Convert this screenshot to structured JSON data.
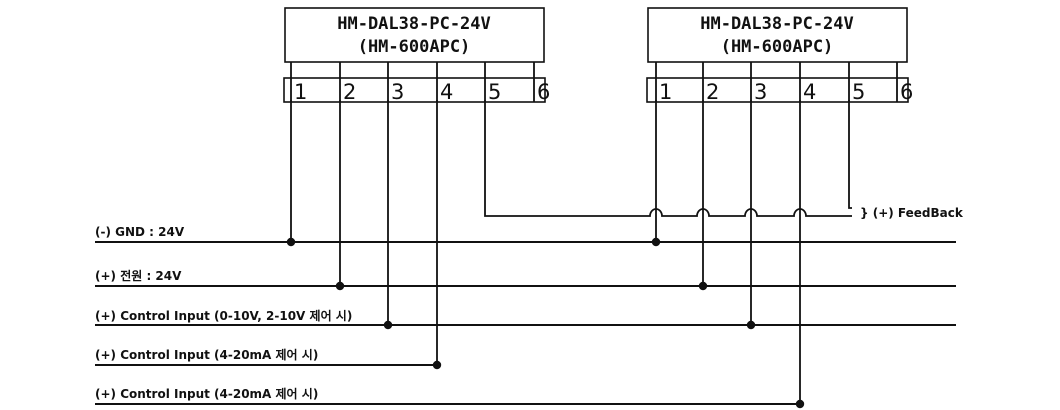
{
  "colors": {
    "line": "#111111",
    "background": "#ffffff"
  },
  "devices": [
    {
      "id": "left",
      "model": "HM-DAL38-PC-24V",
      "submodel": "(HM-600APC)",
      "terminals": [
        "1",
        "2",
        "3",
        "4",
        "5",
        "6"
      ]
    },
    {
      "id": "right",
      "model": "HM-DAL38-PC-24V",
      "submodel": "(HM-600APC)",
      "terminals": [
        "1",
        "2",
        "3",
        "4",
        "5",
        "6"
      ]
    }
  ],
  "lines": [
    {
      "id": "gnd",
      "label": "(-) GND : 24V"
    },
    {
      "id": "power",
      "label": "(+) 전원 : 24V"
    },
    {
      "id": "ctrl-v",
      "label": "(+) Control Input (0-10V, 2-10V 제어 시)"
    },
    {
      "id": "ctrl-ma-1",
      "label": "(+) Control Input (4-20mA 제어 시)"
    },
    {
      "id": "ctrl-ma-2",
      "label": "(+) Control Input (4-20mA 제어 시)"
    }
  ],
  "feedback": {
    "label": "} (+) FeedBack"
  },
  "connections": [
    {
      "device": "left",
      "terminal": "1",
      "line": "gnd"
    },
    {
      "device": "left",
      "terminal": "2",
      "line": "power"
    },
    {
      "device": "left",
      "terminal": "3",
      "line": "ctrl-v"
    },
    {
      "device": "left",
      "terminal": "4",
      "line": "ctrl-ma-1"
    },
    {
      "device": "left",
      "terminal": "5",
      "line": "feedback"
    },
    {
      "device": "right",
      "terminal": "1",
      "line": "gnd"
    },
    {
      "device": "right",
      "terminal": "2",
      "line": "power"
    },
    {
      "device": "right",
      "terminal": "3",
      "line": "ctrl-v"
    },
    {
      "device": "right",
      "terminal": "4",
      "line": "ctrl-ma-2"
    },
    {
      "device": "right",
      "terminal": "5",
      "line": "feedback"
    }
  ]
}
